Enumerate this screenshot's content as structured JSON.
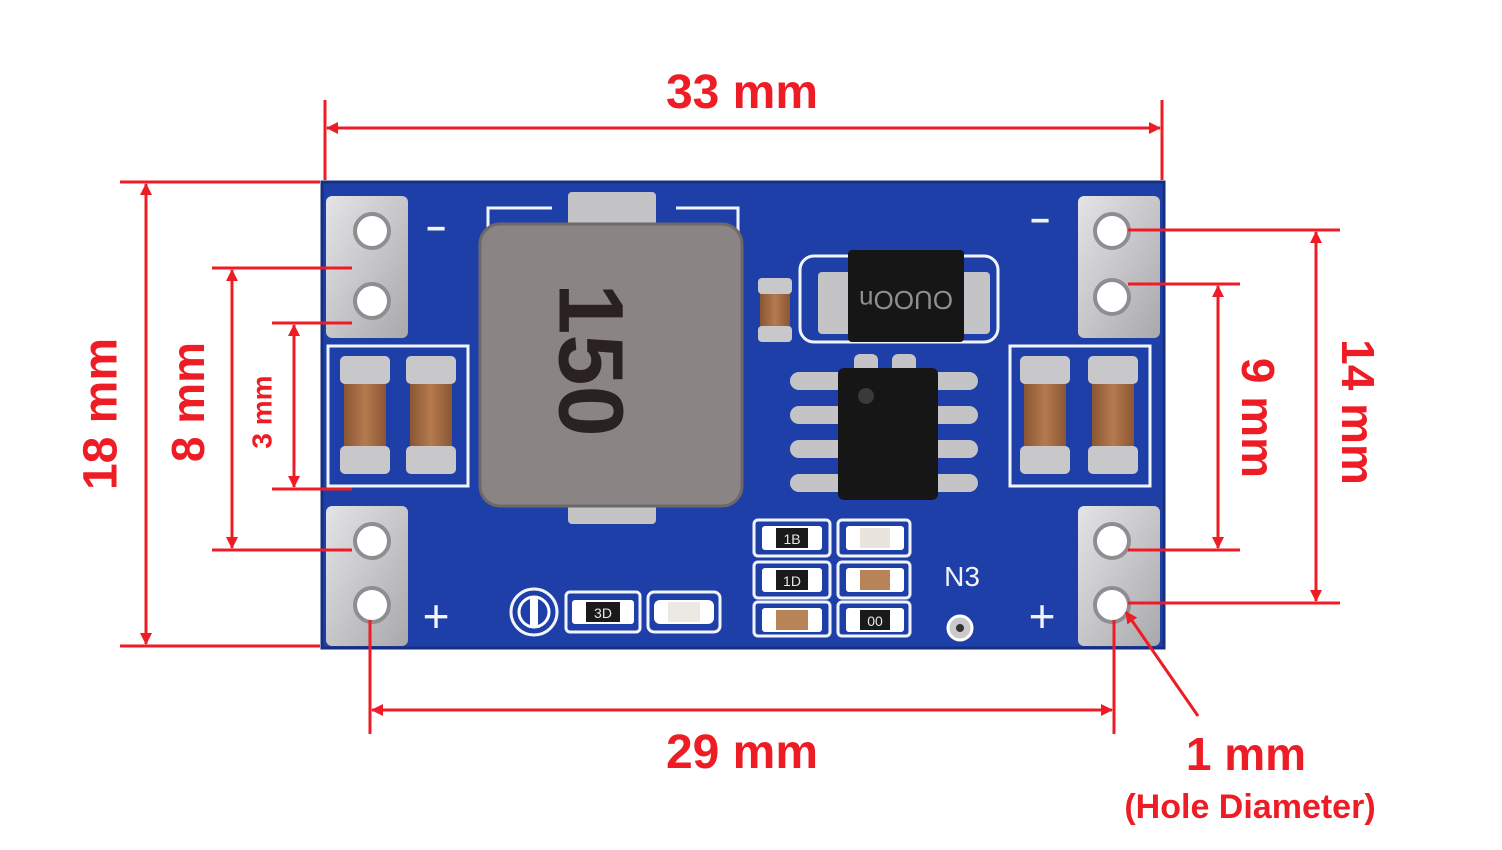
{
  "dimensions": {
    "overall_length": "33 mm",
    "hole_spacing_length": "29 mm",
    "overall_width": "18 mm",
    "pad_span_left": "8 mm",
    "pad_gap_left": "3 mm",
    "pad_span_right": "14 mm",
    "pad_gap_right": "9 mm",
    "hole_diameter": "1 mm",
    "hole_diameter_note": "(Hole Diameter)"
  },
  "board": {
    "inductor_marking": "150",
    "ic_marking": "OUOOn",
    "net_label": "N3",
    "polarity_minus": "−",
    "polarity_plus": "+",
    "resistor_markings": [
      "1B",
      "1D",
      "00",
      "3D"
    ]
  },
  "colors": {
    "dimension": "#ee1c24",
    "pcb": "#1f3fa8",
    "silkscreen": "#f2f4fb",
    "pad_metal": "#c9c9cc",
    "inductor": "#8a8584",
    "capacitor": "#a06a44",
    "ic": "#161616"
  }
}
